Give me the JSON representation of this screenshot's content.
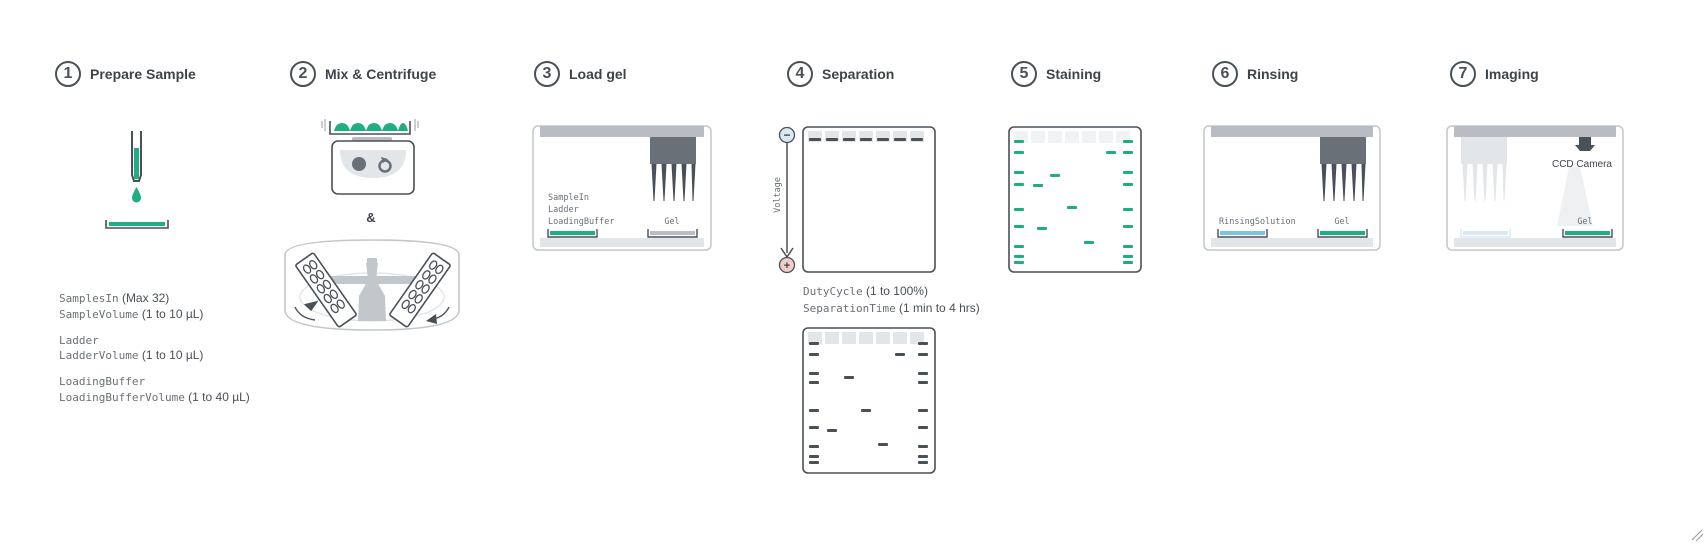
{
  "steps": [
    {
      "num": "1",
      "title": "Prepare Sample"
    },
    {
      "num": "2",
      "title": "Mix & Centrifuge"
    },
    {
      "num": "3",
      "title": "Load gel"
    },
    {
      "num": "4",
      "title": "Separation"
    },
    {
      "num": "5",
      "title": "Staining"
    },
    {
      "num": "6",
      "title": "Rinsing"
    },
    {
      "num": "7",
      "title": "Imaging"
    }
  ],
  "prepare": {
    "samples_in": "SamplesIn",
    "samples_in_range": " (Max 32)",
    "sample_volume": "SampleVolume",
    "sample_volume_range": " (1 to 10 µL)",
    "ladder": "Ladder",
    "ladder_volume": "LadderVolume",
    "ladder_volume_range": " (1 to 10 µL)",
    "loading_buffer": "LoadingBuffer",
    "loading_buffer_volume": "LoadingBufferVolume",
    "loading_buffer_volume_range": " (1 to 40 µL)"
  },
  "mix": {
    "ampersand": "&"
  },
  "load_gel": {
    "sample_in": "SampleIn",
    "ladder": "Ladder",
    "loading_buffer": "LoadingBuffer",
    "gel": "Gel"
  },
  "separation": {
    "voltage": "Voltage",
    "minus": "−",
    "plus": "+",
    "duty_cycle": "DutyCycle",
    "duty_cycle_range": " (1 to 100%)",
    "separation_time": "SeparationTime",
    "separation_time_range": " (1 min to 4 hrs)"
  },
  "rinsing": {
    "rinsing_solution": "RinsingSolution",
    "gel": "Gel"
  },
  "imaging": {
    "ccd_camera": "CCD Camera",
    "gel": "Gel"
  },
  "colors": {
    "green": "#1fae82",
    "dark": "#4a5058",
    "gray": "#b7bdc3",
    "light_gray": "#e3e6e9",
    "blue": "#7ec3e6",
    "red_circle": "#f1cfc8"
  }
}
